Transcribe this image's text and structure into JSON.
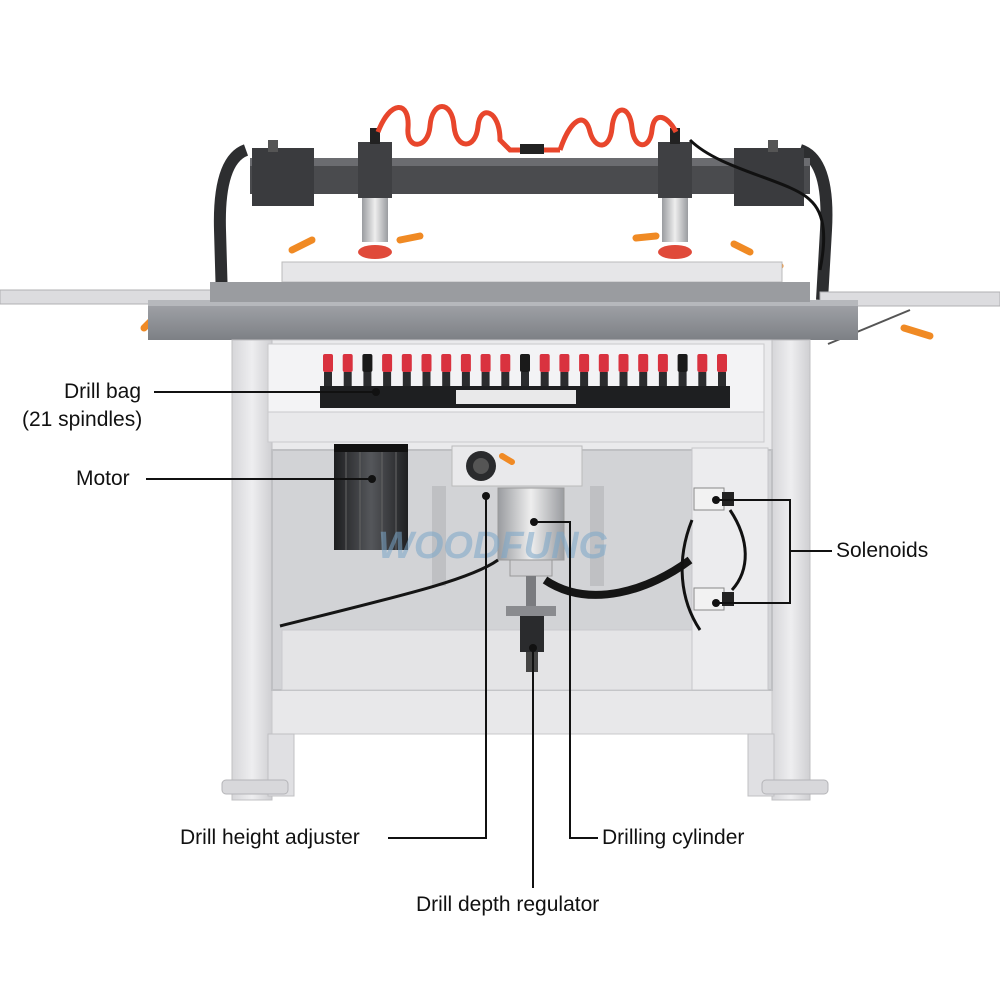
{
  "image": {
    "subject": "Multi-spindle boring machine",
    "watermark": "WOODFUNG",
    "spindle_count": 21,
    "colors": {
      "frame": "#e4e4e6",
      "table_top": "#8b8d92",
      "dark_steel": "#3a3b3e",
      "air_hose": "#e8462c",
      "knob_orange": "#f08a24",
      "spindle_red": "#d9323f",
      "label_line": "#111111"
    }
  },
  "callouts": {
    "drill_bag_line1": "Drill bag",
    "drill_bag_line2": "(21 spindles)",
    "motor": "Motor",
    "solenoids": "Solenoids",
    "drill_height_adjuster": "Drill height adjuster",
    "drilling_cylinder": "Drilling cylinder",
    "drill_depth_regulator": "Drill depth regulator"
  }
}
